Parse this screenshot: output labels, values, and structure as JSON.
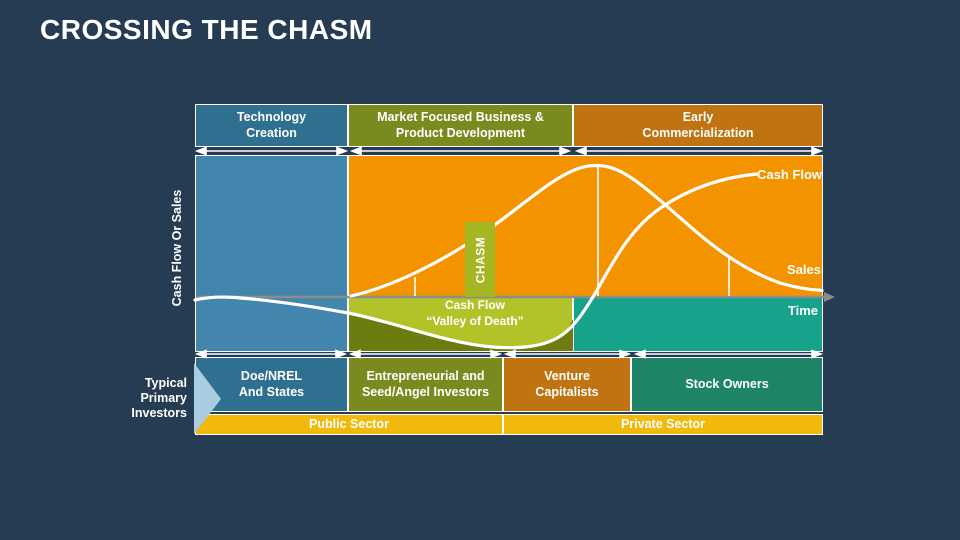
{
  "title": "CROSSING THE CHASM",
  "axis": {
    "y_label": "Cash Flow Or Sales",
    "x_label": "Time"
  },
  "phases": [
    {
      "label": "Technology\nCreation"
    },
    {
      "label": "Market Focused Business &\nProduct Development"
    },
    {
      "label": "Early\nCommercialization"
    }
  ],
  "curve_labels": {
    "cash_flow": "Cash Flow",
    "sales": "Sales"
  },
  "chasm": {
    "label": "CHASM"
  },
  "valley": {
    "label": "Cash Flow\n“Valley of Death”"
  },
  "investors": {
    "side_label": "Typical\nPrimary\nInvestors",
    "items": [
      {
        "label": "Doe/NREL\nAnd States"
      },
      {
        "label": "Entrepreneurial and\nSeed/Angel Investors"
      },
      {
        "label": "Venture\nCapitalists"
      },
      {
        "label": "Stock Owners"
      }
    ]
  },
  "sectors": [
    {
      "label": "Public Sector"
    },
    {
      "label": "Private Sector"
    }
  ],
  "colors": {
    "background": "#253C52",
    "phase_blue": "#2F6F8F",
    "phase_olive": "#7A8A1E",
    "phase_brown": "#C07411",
    "orange": "#F49300",
    "steel_blue": "#4286AD",
    "valley_light": "#B2C32A",
    "valley_dark": "#6D7C10",
    "chasm_green": "#A4B723",
    "teal": "#17A28C",
    "stock_teal": "#1D8468",
    "gold": "#F1B90C",
    "chevron_blue": "#A9CCE3",
    "axis_gray": "#8C8C8C",
    "curve_white": "#FFFFFF"
  }
}
